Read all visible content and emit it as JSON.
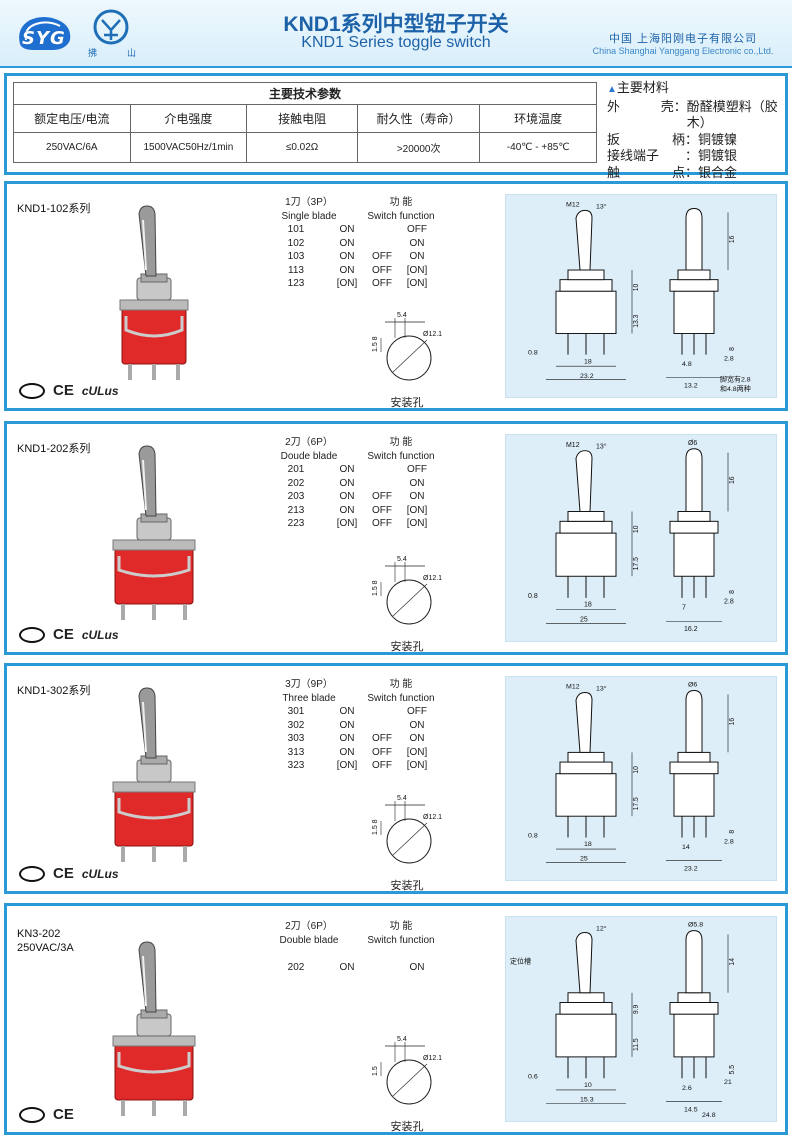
{
  "header": {
    "brand": "SYG",
    "logo2_chars": [
      "拂",
      "山"
    ],
    "title_cn": "KND1系列中型钮子开关",
    "title_en": "KND1 Series  toggle switch",
    "company_cn": "中国  上海阳刚电子有限公司",
    "company_en": "China Shanghai Yanggang Electronic co.,Ltd."
  },
  "specs": {
    "title": "主要技术参数",
    "headers": [
      "额定电压/电流",
      "介电强度",
      "接触电阻",
      "耐久性（寿命）",
      "环境温度"
    ],
    "values": [
      "250VAC/6A",
      "1500VAC50Hz/1min",
      "≤0.02Ω",
      ">20000次",
      "-40℃ - +85℃"
    ]
  },
  "materials": {
    "title": "主要材料",
    "items": [
      {
        "k": [
          "外",
          "壳"
        ],
        "v": "酚醛模塑料（胶木）"
      },
      {
        "k": [
          "扳",
          "柄"
        ],
        "v": "铜镀镍"
      },
      {
        "k": [
          "接线端子"
        ],
        "v": "铜镀银"
      },
      {
        "k": [
          "触",
          "点"
        ],
        "v": "银合金"
      }
    ]
  },
  "sections": [
    {
      "title": "KND1-102系列",
      "blade_cn": "1刀（3P）",
      "blade_en": "Single blade",
      "func_cn": "功    能",
      "func_en": "Switch function",
      "rows": [
        [
          "101",
          "ON",
          "",
          "OFF"
        ],
        [
          "102",
          "ON",
          "",
          "ON"
        ],
        [
          "103",
          "ON",
          "OFF",
          "ON"
        ],
        [
          "113",
          "ON",
          "OFF",
          "[ON]"
        ],
        [
          "123",
          "[ON]",
          "OFF",
          "[ON]"
        ]
      ],
      "hole": {
        "w": "5.4",
        "h": "1.5",
        "h2": "8",
        "d": "Ø12.1"
      },
      "hole_label": "安装孔",
      "dims": {
        "angle": "13°",
        "m": "M12",
        "d1": "16",
        "d2": "10",
        "d3": "13.3",
        "d4": "8",
        "w1": "0.8",
        "w2": "18",
        "w3": "23.2",
        "w4": "4.8",
        "w5": "13.2",
        "w6": "2.8",
        "note1": "脚宽有2.8",
        "note2": "和4.8两种"
      },
      "certs": [
        "CE",
        "cULus"
      ]
    },
    {
      "title": "KND1-202系列",
      "blade_cn": "2刀（6P）",
      "blade_en": "Doude blade",
      "func_cn": "功    能",
      "func_en": "Switch function",
      "rows": [
        [
          "201",
          "ON",
          "",
          "OFF"
        ],
        [
          "202",
          "ON",
          "",
          "ON"
        ],
        [
          "203",
          "ON",
          "OFF",
          "ON"
        ],
        [
          "213",
          "ON",
          "OFF",
          "[ON]"
        ],
        [
          "223",
          "[ON]",
          "OFF",
          "[ON]"
        ]
      ],
      "hole": {
        "w": "5.4",
        "h": "1.5",
        "h2": "8",
        "d": "Ø12.1"
      },
      "hole_label": "安装孔",
      "dims": {
        "angle": "13°",
        "m": "M12",
        "dd": "Ø6",
        "d1": "16",
        "d2": "10",
        "d3": "17.5",
        "d4": "8",
        "w1": "0.8",
        "w2": "18",
        "w3": "25",
        "w4": "7",
        "w5": "16.2",
        "w6": "2.8"
      },
      "certs": [
        "CE",
        "cULus"
      ]
    },
    {
      "title": "KND1-302系列",
      "blade_cn": "3刀（9P）",
      "blade_en": "Three blade",
      "func_cn": "功    能",
      "func_en": "Switch function",
      "rows": [
        [
          "301",
          "ON",
          "",
          "OFF"
        ],
        [
          "302",
          "ON",
          "",
          "ON"
        ],
        [
          "303",
          "ON",
          "OFF",
          "ON"
        ],
        [
          "313",
          "ON",
          "OFF",
          "[ON]"
        ],
        [
          "323",
          "[ON]",
          "OFF",
          "[ON]"
        ]
      ],
      "hole": {
        "w": "5.4",
        "h": "1.5",
        "h2": "8",
        "d": "Ø12.1"
      },
      "hole_label": "安装孔",
      "dims": {
        "angle": "13°",
        "m": "M12",
        "dd": "Ø6",
        "d1": "16",
        "d2": "10",
        "d3": "17.5",
        "d4": "8",
        "w1": "0.8",
        "w2": "18",
        "w3": "25",
        "w4": "14",
        "w5": "23.2",
        "w6": "2.8"
      },
      "certs": [
        "CE",
        "cULus"
      ]
    },
    {
      "title": "KN3-202",
      "subtitle": "250VAC/3A",
      "blade_cn": "2刀（6P）",
      "blade_en": "Double blade",
      "func_cn": "功    能",
      "func_en": "Switch function",
      "rows": [
        [
          "202",
          "ON",
          "",
          "ON"
        ]
      ],
      "hole": {
        "w": "5.4",
        "h": "1.5",
        "h2": "",
        "d": "Ø12.1"
      },
      "hole_label": "安装孔",
      "dims": {
        "angle": "12°",
        "dd": "Ø5.8",
        "note": "定位槽",
        "d1": "14",
        "d2": "9.9",
        "d3": "11.5",
        "d4": "5.5",
        "w1": "0.6",
        "w2": "10",
        "w3": "15.3",
        "w4": "2.6",
        "w5": "14.5",
        "w6": "21",
        "w7": "24.8"
      },
      "certs": [
        "CE"
      ]
    }
  ]
}
